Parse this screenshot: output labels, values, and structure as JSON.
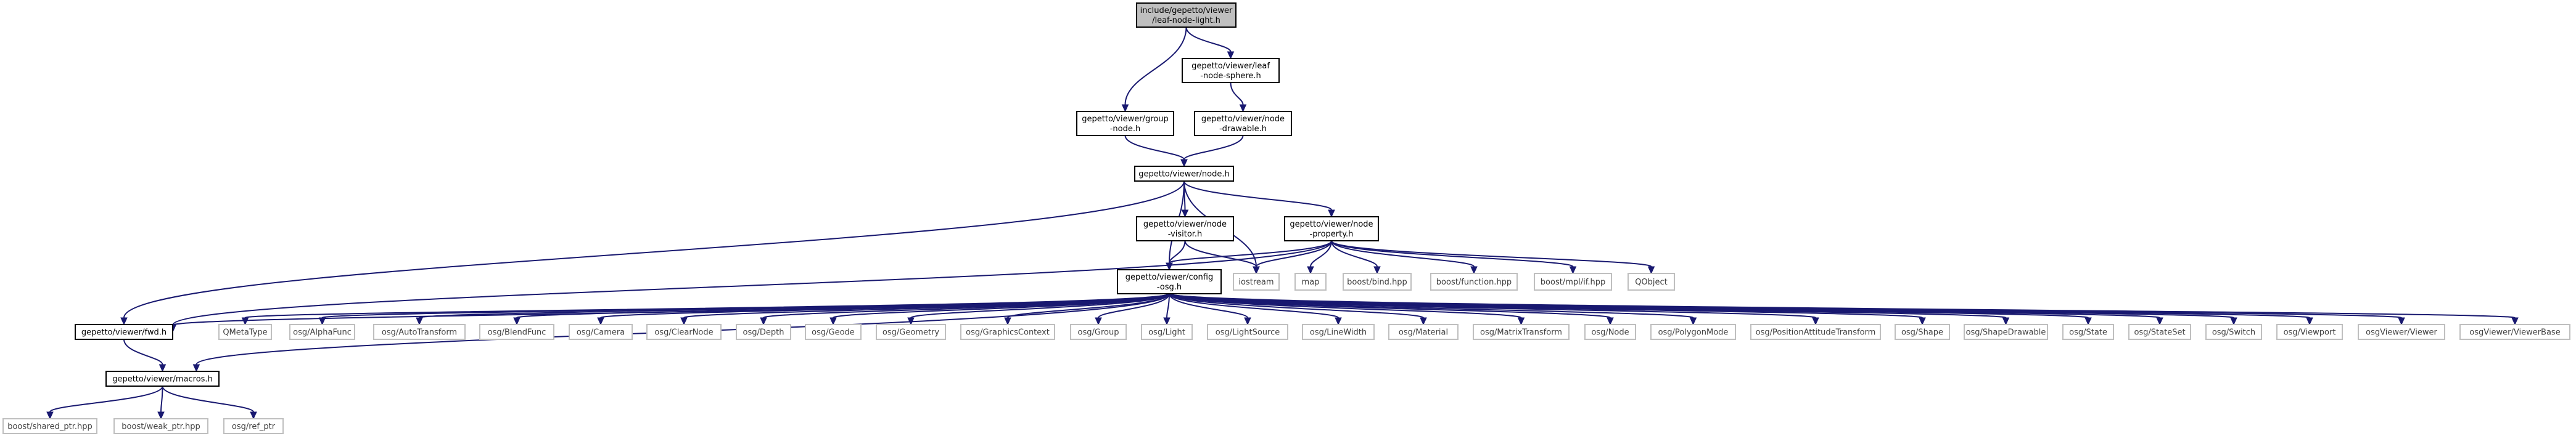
{
  "graph": {
    "nodes": [
      {
        "id": "n_root",
        "lines": [
          "include/gepetto/viewer",
          "/leaf-node-light.h"
        ],
        "kind": "root"
      },
      {
        "id": "n_sphere",
        "lines": [
          "gepetto/viewer/leaf",
          "-node-sphere.h"
        ],
        "kind": "internal"
      },
      {
        "id": "n_group",
        "lines": [
          "gepetto/viewer/group",
          "-node.h"
        ],
        "kind": "internal"
      },
      {
        "id": "n_drawable",
        "lines": [
          "gepetto/viewer/node",
          "-drawable.h"
        ],
        "kind": "internal"
      },
      {
        "id": "n_node",
        "lines": [
          "gepetto/viewer/node.h"
        ],
        "kind": "internal"
      },
      {
        "id": "n_visitor",
        "lines": [
          "gepetto/viewer/node",
          "-visitor.h"
        ],
        "kind": "internal"
      },
      {
        "id": "n_property",
        "lines": [
          "gepetto/viewer/node",
          "-property.h"
        ],
        "kind": "internal"
      },
      {
        "id": "n_config",
        "lines": [
          "gepetto/viewer/config",
          "-osg.h"
        ],
        "kind": "internal"
      },
      {
        "id": "n_iostream",
        "lines": [
          "iostream"
        ],
        "kind": "external"
      },
      {
        "id": "n_map",
        "lines": [
          "map"
        ],
        "kind": "external"
      },
      {
        "id": "n_bind",
        "lines": [
          "boost/bind.hpp"
        ],
        "kind": "external"
      },
      {
        "id": "n_function",
        "lines": [
          "boost/function.hpp"
        ],
        "kind": "external"
      },
      {
        "id": "n_mplif",
        "lines": [
          "boost/mpl/if.hpp"
        ],
        "kind": "external"
      },
      {
        "id": "n_qobject",
        "lines": [
          "QObject"
        ],
        "kind": "external"
      },
      {
        "id": "n_fwd",
        "lines": [
          "gepetto/viewer/fwd.h"
        ],
        "kind": "internal"
      },
      {
        "id": "n_qmetatype",
        "lines": [
          "QMetaType"
        ],
        "kind": "external"
      },
      {
        "id": "n_alphafunc",
        "lines": [
          "osg/AlphaFunc"
        ],
        "kind": "external"
      },
      {
        "id": "n_autotransform",
        "lines": [
          "osg/AutoTransform"
        ],
        "kind": "external"
      },
      {
        "id": "n_blendfunc",
        "lines": [
          "osg/BlendFunc"
        ],
        "kind": "external"
      },
      {
        "id": "n_camera",
        "lines": [
          "osg/Camera"
        ],
        "kind": "external"
      },
      {
        "id": "n_clearnode",
        "lines": [
          "osg/ClearNode"
        ],
        "kind": "external"
      },
      {
        "id": "n_depth",
        "lines": [
          "osg/Depth"
        ],
        "kind": "external"
      },
      {
        "id": "n_geode",
        "lines": [
          "osg/Geode"
        ],
        "kind": "external"
      },
      {
        "id": "n_geometry",
        "lines": [
          "osg/Geometry"
        ],
        "kind": "external"
      },
      {
        "id": "n_gfxctx",
        "lines": [
          "osg/GraphicsContext"
        ],
        "kind": "external"
      },
      {
        "id": "n_osggroup",
        "lines": [
          "osg/Group"
        ],
        "kind": "external"
      },
      {
        "id": "n_light",
        "lines": [
          "osg/Light"
        ],
        "kind": "external"
      },
      {
        "id": "n_lightsource",
        "lines": [
          "osg/LightSource"
        ],
        "kind": "external"
      },
      {
        "id": "n_linewidth",
        "lines": [
          "osg/LineWidth"
        ],
        "kind": "external"
      },
      {
        "id": "n_material",
        "lines": [
          "osg/Material"
        ],
        "kind": "external"
      },
      {
        "id": "n_matrixtransform",
        "lines": [
          "osg/MatrixTransform"
        ],
        "kind": "external"
      },
      {
        "id": "n_osgnode",
        "lines": [
          "osg/Node"
        ],
        "kind": "external"
      },
      {
        "id": "n_polygonmode",
        "lines": [
          "osg/PolygonMode"
        ],
        "kind": "external"
      },
      {
        "id": "n_posatt",
        "lines": [
          "osg/PositionAttitudeTransform"
        ],
        "kind": "external"
      },
      {
        "id": "n_shape",
        "lines": [
          "osg/Shape"
        ],
        "kind": "external"
      },
      {
        "id": "n_shapedrawable",
        "lines": [
          "osg/ShapeDrawable"
        ],
        "kind": "external"
      },
      {
        "id": "n_state",
        "lines": [
          "osg/State"
        ],
        "kind": "external"
      },
      {
        "id": "n_stateset",
        "lines": [
          "osg/StateSet"
        ],
        "kind": "external"
      },
      {
        "id": "n_switch",
        "lines": [
          "osg/Switch"
        ],
        "kind": "external"
      },
      {
        "id": "n_viewport",
        "lines": [
          "osg/Viewport"
        ],
        "kind": "external"
      },
      {
        "id": "n_viewer",
        "lines": [
          "osgViewer/Viewer"
        ],
        "kind": "external"
      },
      {
        "id": "n_viewerbase",
        "lines": [
          "osgViewer/ViewerBase"
        ],
        "kind": "external"
      },
      {
        "id": "n_macros",
        "lines": [
          "gepetto/viewer/macros.h"
        ],
        "kind": "internal"
      },
      {
        "id": "n_sharedptr",
        "lines": [
          "boost/shared_ptr.hpp"
        ],
        "kind": "external"
      },
      {
        "id": "n_weakptr",
        "lines": [
          "boost/weak_ptr.hpp"
        ],
        "kind": "external"
      },
      {
        "id": "n_refptr",
        "lines": [
          "osg/ref_ptr"
        ],
        "kind": "external"
      }
    ],
    "edges": [
      [
        "n_root",
        "n_group"
      ],
      [
        "n_root",
        "n_sphere"
      ],
      [
        "n_sphere",
        "n_drawable"
      ],
      [
        "n_group",
        "n_node"
      ],
      [
        "n_drawable",
        "n_node"
      ],
      [
        "n_node",
        "n_fwd"
      ],
      [
        "n_node",
        "n_config"
      ],
      [
        "n_node",
        "n_visitor"
      ],
      [
        "n_node",
        "n_property"
      ],
      [
        "n_node",
        "n_iostream"
      ],
      [
        "n_visitor",
        "n_config"
      ],
      [
        "n_visitor",
        "n_iostream"
      ],
      [
        "n_property",
        "n_fwd"
      ],
      [
        "n_property",
        "n_config"
      ],
      [
        "n_property",
        "n_iostream"
      ],
      [
        "n_property",
        "n_map"
      ],
      [
        "n_property",
        "n_bind"
      ],
      [
        "n_property",
        "n_function"
      ],
      [
        "n_property",
        "n_mplif"
      ],
      [
        "n_property",
        "n_qobject"
      ],
      [
        "n_config",
        "n_fwd"
      ],
      [
        "n_config",
        "n_macros"
      ],
      [
        "n_config",
        "n_qmetatype"
      ],
      [
        "n_config",
        "n_alphafunc"
      ],
      [
        "n_config",
        "n_autotransform"
      ],
      [
        "n_config",
        "n_blendfunc"
      ],
      [
        "n_config",
        "n_camera"
      ],
      [
        "n_config",
        "n_clearnode"
      ],
      [
        "n_config",
        "n_depth"
      ],
      [
        "n_config",
        "n_geode"
      ],
      [
        "n_config",
        "n_geometry"
      ],
      [
        "n_config",
        "n_gfxctx"
      ],
      [
        "n_config",
        "n_osggroup"
      ],
      [
        "n_config",
        "n_light"
      ],
      [
        "n_config",
        "n_lightsource"
      ],
      [
        "n_config",
        "n_linewidth"
      ],
      [
        "n_config",
        "n_material"
      ],
      [
        "n_config",
        "n_matrixtransform"
      ],
      [
        "n_config",
        "n_osgnode"
      ],
      [
        "n_config",
        "n_polygonmode"
      ],
      [
        "n_config",
        "n_posatt"
      ],
      [
        "n_config",
        "n_shape"
      ],
      [
        "n_config",
        "n_shapedrawable"
      ],
      [
        "n_config",
        "n_state"
      ],
      [
        "n_config",
        "n_stateset"
      ],
      [
        "n_config",
        "n_switch"
      ],
      [
        "n_config",
        "n_viewport"
      ],
      [
        "n_config",
        "n_viewer"
      ],
      [
        "n_config",
        "n_viewerbase"
      ],
      [
        "n_fwd",
        "n_macros"
      ],
      [
        "n_macros",
        "n_sharedptr"
      ],
      [
        "n_macros",
        "n_weakptr"
      ],
      [
        "n_macros",
        "n_refptr"
      ]
    ],
    "colors": {
      "edge": "#191970",
      "root_fill": "#bfbfbf",
      "internal_border": "#000000",
      "external_border": "#bfbfbf",
      "external_text": "#404040"
    }
  }
}
